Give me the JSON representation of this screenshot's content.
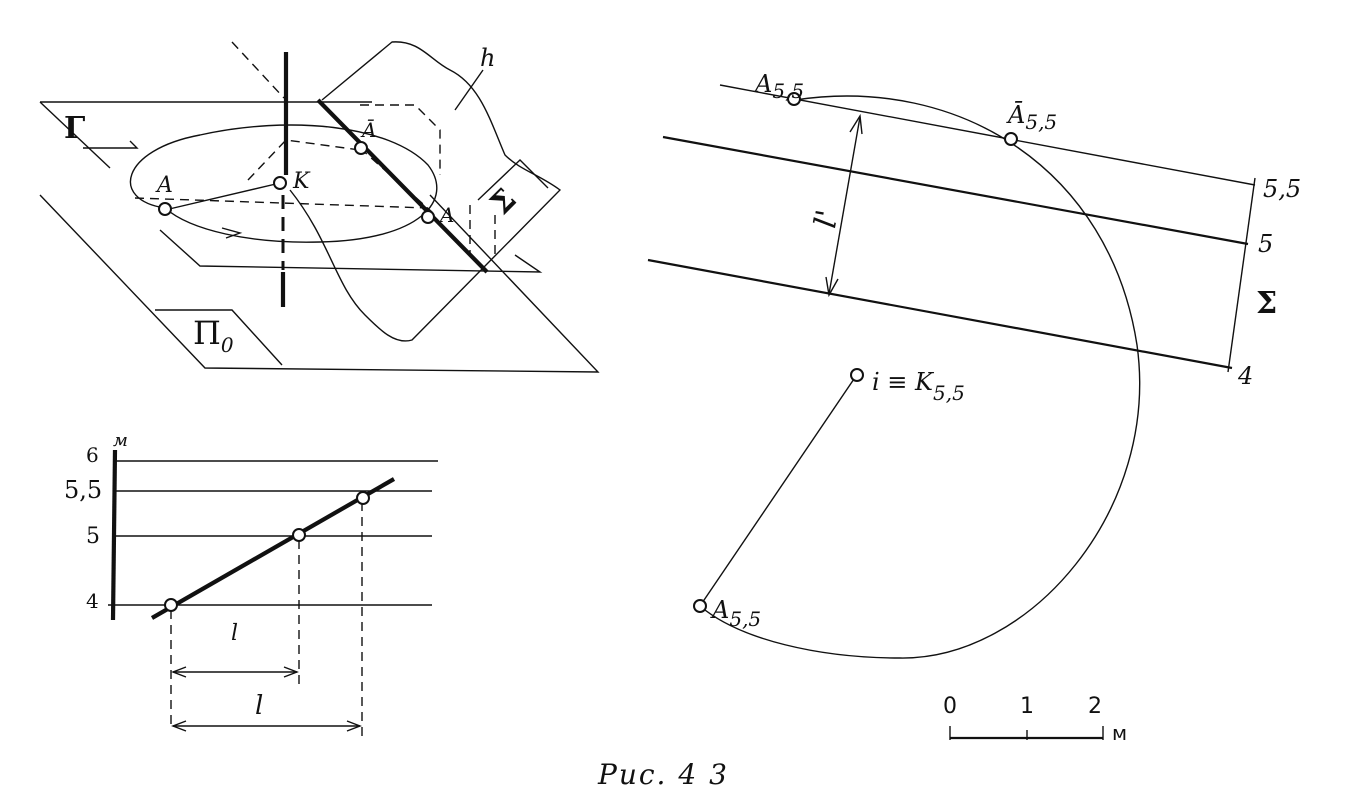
{
  "figure": {
    "caption": "Рис. 4 3"
  },
  "scene3d": {
    "plane_gamma": "Γ",
    "plane_sigma": "Σ",
    "plane_pi": "Π",
    "plane_pi_sub": "0",
    "line_h": "h",
    "point_a": "A",
    "point_k": "K",
    "point_a_bar": "Ā",
    "point_a_dbl": "A"
  },
  "plan": {
    "a_top_base": "A",
    "a_top_sub": "5,5",
    "a_bar_base": "Ā",
    "a_bar_sub": "5,5",
    "i_label": "i ≡ K",
    "i_sub": "5,5",
    "a_low_base": "A",
    "a_low_sub": "5,5",
    "distance_label": "l'",
    "sigma_label": "Σ",
    "level_labels": [
      "5,5",
      "5",
      "4"
    ]
  },
  "profile": {
    "axis_unit": "м",
    "levels": [
      "6",
      "5,5",
      "5",
      "4"
    ],
    "dim_short": "l",
    "dim_long": "l"
  },
  "scale_bar": {
    "ticks": [
      "0",
      "1",
      "2"
    ],
    "unit": "м"
  }
}
